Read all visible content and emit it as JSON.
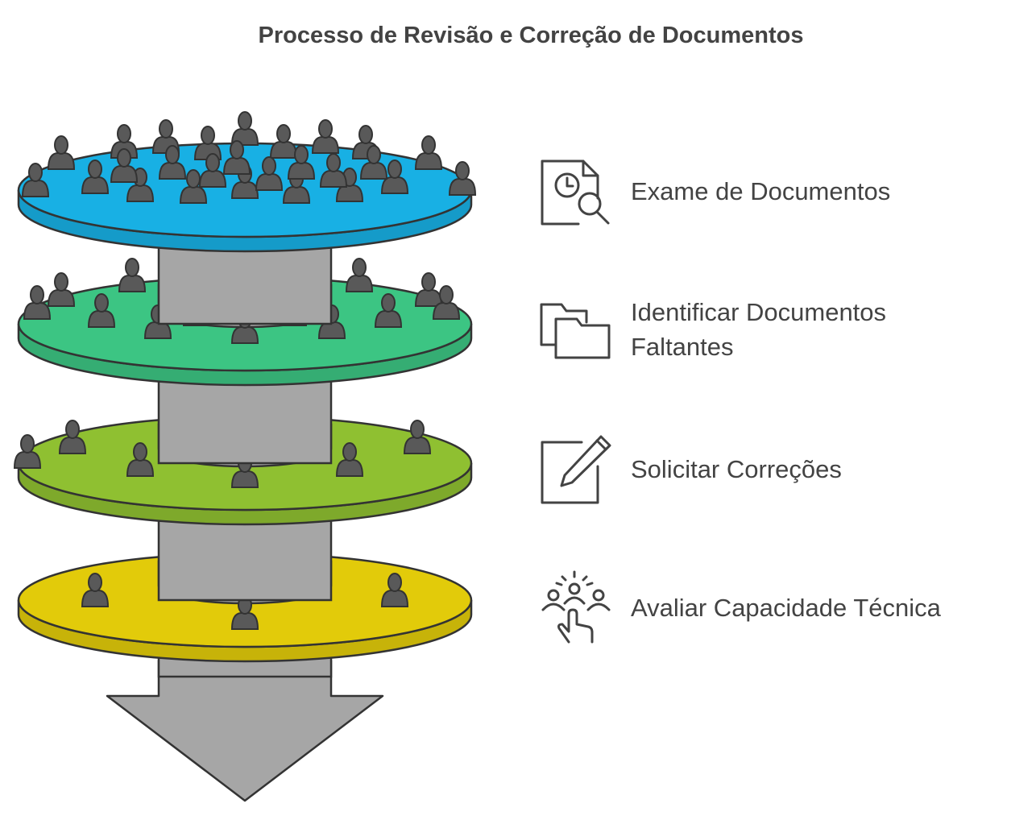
{
  "title": "Processo de Revisão e Correção de Documentos",
  "stages": [
    {
      "label_lines": [
        "Exame de Documentos"
      ],
      "icon": "document-search-icon",
      "color": "#18b0e4",
      "people": 26
    },
    {
      "label_lines": [
        "Identificar Documentos",
        "Faltantes"
      ],
      "icon": "folders-icon",
      "color": "#3cc583",
      "people": 13
    },
    {
      "label_lines": [
        "Solicitar Correções"
      ],
      "icon": "edit-pencil-icon",
      "color": "#8fc031",
      "people": 6
    },
    {
      "label_lines": [
        "Avaliar Capacidade Técnica"
      ],
      "icon": "team-pointer-icon",
      "color": "#e2cb0a",
      "people": 3
    }
  ],
  "colors": {
    "shaft": "#a6a6a6",
    "person": "#595959",
    "outline": "#333333",
    "text": "#434343"
  }
}
